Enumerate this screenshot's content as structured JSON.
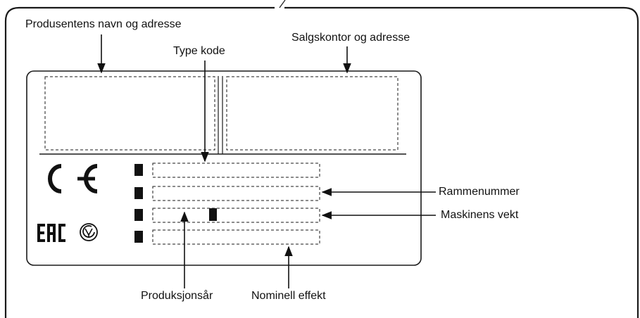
{
  "labels": {
    "manufacturer": "Produsentens navn og adresse",
    "sales_office": "Salgskontor og adresse",
    "type_code": "Type kode",
    "frame_number": "Rammenummer",
    "machine_weight": "Maskinens vekt",
    "production_year": "Produksjonsår",
    "rated_power": "Nominell effekt"
  },
  "marks": {
    "ce": "CE",
    "eac": "EAC",
    "ua": "UA conformity mark"
  }
}
